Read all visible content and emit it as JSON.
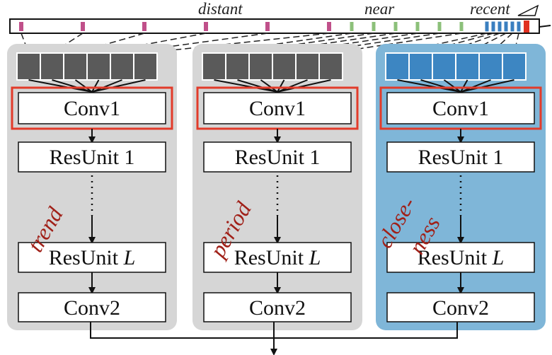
{
  "timeline": {
    "labels": {
      "distant": "distant",
      "near": "near",
      "recent": "recent"
    },
    "colors": {
      "distant": "#c0508a",
      "near": "#8cc07a",
      "recent": "#3a7fc0",
      "current": "#e03020"
    }
  },
  "branches": [
    {
      "id": "trend",
      "label": "trend",
      "panel_color": "#d6d6d6",
      "input_color": "#5a5a5a",
      "conv1": "Conv1",
      "res1": "ResUnit 1",
      "resL_prefix": "ResUnit ",
      "resL_italic": "L",
      "conv2": "Conv2"
    },
    {
      "id": "period",
      "label": "period",
      "panel_color": "#d6d6d6",
      "input_color": "#5a5a5a",
      "conv1": "Conv1",
      "res1": "ResUnit 1",
      "resL_prefix": "ResUnit ",
      "resL_italic": "L",
      "conv2": "Conv2"
    },
    {
      "id": "closeness",
      "label_line1": "close-",
      "label_line2": "ness",
      "panel_color": "#7fb6d8",
      "input_color": "#3d86c2",
      "conv1": "Conv1",
      "res1": "ResUnit 1",
      "resL_prefix": "ResUnit ",
      "resL_italic": "L",
      "conv2": "Conv2"
    }
  ],
  "highlight_color": "#e23b2a"
}
